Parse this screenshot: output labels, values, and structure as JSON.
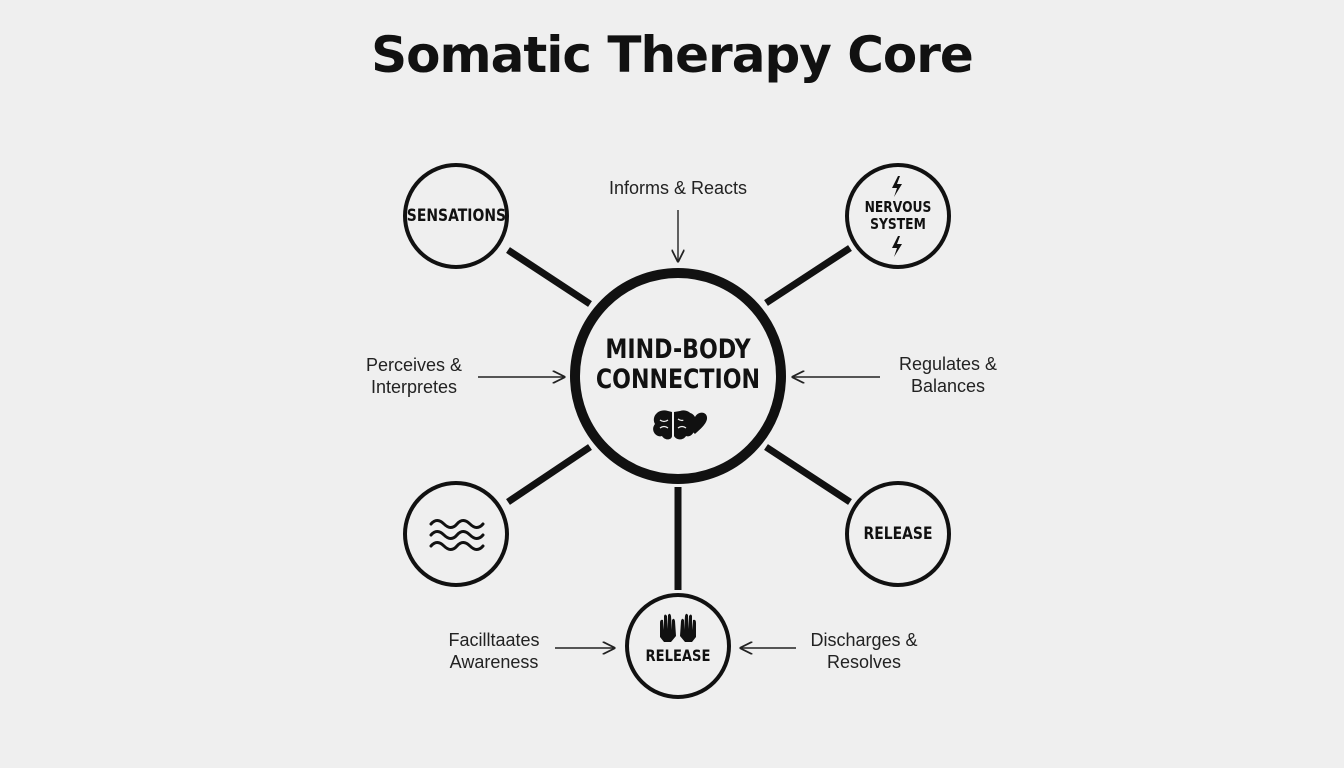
{
  "title": "Somatic Therapy Core",
  "center": {
    "line1": "MIND-BODY",
    "line2": "CONNECTION",
    "icon": "brain-heart-icon"
  },
  "nodes": {
    "sensations": {
      "label": "SENSATIONS"
    },
    "nervous_system": {
      "line1": "NERVOUS",
      "line2": "SYSTEM",
      "icon": "lightning-bolt-icon"
    },
    "waves": {
      "icon": "waves-icon"
    },
    "release_right": {
      "label": "RELEASE"
    },
    "release_bottom": {
      "label": "RELEASE",
      "icon": "open-hands-icon"
    }
  },
  "annotations": {
    "top": "Informs & Reacts",
    "left_line1": "Perceives &",
    "left_line2": "Interpretes",
    "right_line1": "Regulates &",
    "right_line2": "Balances",
    "bottom_left_line1": "Facilltaates",
    "bottom_left_line2": "Awareness",
    "bottom_right_line1": "Discharges &",
    "bottom_right_line2": "Resolves"
  },
  "colors": {
    "background": "#efefef",
    "ink": "#111111"
  }
}
